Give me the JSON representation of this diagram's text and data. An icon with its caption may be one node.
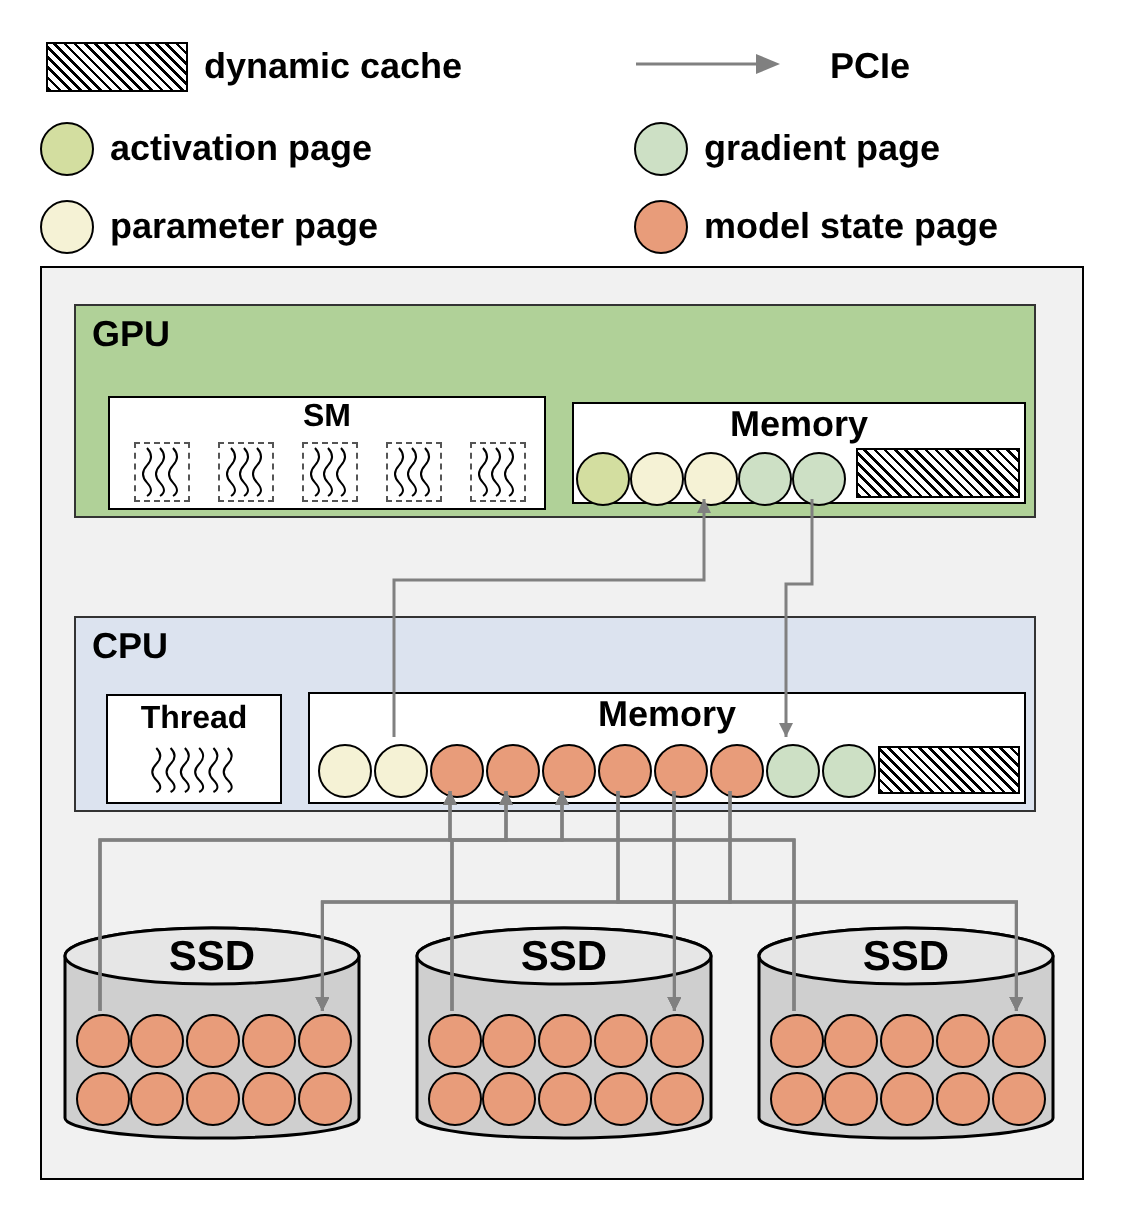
{
  "diagram": {
    "nodes": [
      {
        "text": [],
        "shape": "box"
      },
      {
        "text": [
          "GPU"
        ],
        "in": 0
      },
      {
        "text": [
          "SM"
        ],
        "in": 1
      },
      {
        "text": [
          "Memory"
        ],
        "in": 1
      },
      {
        "text": [],
        "shape": "circle",
        "in": 3
      },
      {
        "text": [],
        "shape": "circle",
        "in": 3
      },
      {
        "text": [],
        "shape": "circle",
        "in": 3
      },
      {
        "text": [],
        "shape": "circle",
        "in": 3
      },
      {
        "text": [],
        "shape": "circle",
        "in": 3
      },
      {
        "text": [],
        "shape": "box",
        "in": 3
      },
      {
        "text": [
          "CPU"
        ],
        "in": 0
      },
      {
        "text": [
          "Thread"
        ],
        "in": 10
      },
      {
        "text": [
          "Memory"
        ],
        "in": 10
      },
      {
        "text": [],
        "shape": "circle",
        "in": 12
      },
      {
        "text": [],
        "shape": "circle",
        "in": 12
      },
      {
        "text": [],
        "shape": "circle",
        "in": 12
      },
      {
        "text": [],
        "shape": "circle",
        "in": 12
      },
      {
        "text": [],
        "shape": "circle",
        "in": 12
      },
      {
        "text": [],
        "shape": "circle",
        "in": 12
      },
      {
        "text": [],
        "shape": "circle",
        "in": 12
      },
      {
        "text": [],
        "shape": "circle",
        "in": 12
      },
      {
        "text": [],
        "shape": "circle",
        "in": 12
      },
      {
        "text": [],
        "shape": "circle",
        "in": 12
      },
      {
        "text": [],
        "shape": "box",
        "in": 12
      },
      {
        "text": [
          "SSD"
        ],
        "in": 0
      },
      {
        "text": [],
        "shape": "circle",
        "in": 24
      },
      {
        "text": [],
        "shape": "circle",
        "in": 24
      },
      {
        "text": [],
        "shape": "circle",
        "in": 24
      },
      {
        "text": [],
        "shape": "circle",
        "in": 24
      },
      {
        "text": [],
        "shape": "circle",
        "in": 24
      },
      {
        "text": [],
        "shape": "circle",
        "in": 24
      },
      {
        "text": [],
        "shape": "circle",
        "in": 24
      },
      {
        "text": [],
        "shape": "circle",
        "in": 24
      },
      {
        "text": [],
        "shape": "circle",
        "in": 24
      },
      {
        "text": [],
        "shape": "circle",
        "in": 24
      },
      {
        "text": [
          "SSD"
        ],
        "in": 0
      },
      {
        "text": [],
        "shape": "circle",
        "in": 35
      },
      {
        "text": [],
        "shape": "circle",
        "in": 35
      },
      {
        "text": [],
        "shape": "circle",
        "in": 35
      },
      {
        "text": [],
        "shape": "circle",
        "in": 35
      },
      {
        "text": [],
        "shape": "circle",
        "in": 35
      },
      {
        "text": [],
        "shape": "circle",
        "in": 35
      },
      {
        "text": [],
        "shape": "circle",
        "in": 35
      },
      {
        "text": [],
        "shape": "circle",
        "in": 35
      },
      {
        "text": [],
        "shape": "circle",
        "in": 35
      },
      {
        "text": [],
        "shape": "circle",
        "in": 35
      },
      {
        "text": [
          "SSD"
        ],
        "in": 0
      },
      {
        "text": [],
        "shape": "circle",
        "in": 46
      },
      {
        "text": [],
        "shape": "circle",
        "in": 46
      },
      {
        "text": [],
        "shape": "circle",
        "in": 46
      },
      {
        "text": [],
        "shape": "circle",
        "in": 46
      },
      {
        "text": [],
        "shape": "circle",
        "in": 46
      },
      {
        "text": [],
        "shape": "circle",
        "in": 46
      },
      {
        "text": [],
        "shape": "circle",
        "in": 46
      },
      {
        "text": [],
        "shape": "circle",
        "in": 46
      },
      {
        "text": [],
        "shape": "circle",
        "in": 46
      },
      {
        "text": [],
        "shape": "circle",
        "in": 46
      }
    ],
    "edges": [
      {
        "from": 14,
        "to": 6,
        "arrow": "to"
      },
      {
        "from": 8,
        "to": 21,
        "arrow": "to"
      },
      {
        "from": 25,
        "to": 15,
        "arrow": "to"
      },
      {
        "from": 25,
        "to": 16,
        "arrow": "to"
      },
      {
        "from": 25,
        "to": 17,
        "arrow": "to"
      },
      {
        "from": 36,
        "to": 15,
        "arrow": "to"
      },
      {
        "from": 36,
        "to": 16,
        "arrow": "to"
      },
      {
        "from": 36,
        "to": 17,
        "arrow": "to"
      },
      {
        "from": 47,
        "to": 15,
        "arrow": "to"
      },
      {
        "from": 47,
        "to": 16,
        "arrow": "to"
      },
      {
        "from": 47,
        "to": 17,
        "arrow": "to"
      },
      {
        "from": 18,
        "to": 29,
        "arrow": "to"
      },
      {
        "from": 18,
        "to": 40,
        "arrow": "to"
      },
      {
        "from": 18,
        "to": 51,
        "arrow": "to"
      },
      {
        "from": 19,
        "to": 29,
        "arrow": "to"
      },
      {
        "from": 19,
        "to": 40,
        "arrow": "to"
      },
      {
        "from": 19,
        "to": 51,
        "arrow": "to"
      },
      {
        "from": 20,
        "to": 29,
        "arrow": "to"
      },
      {
        "from": 20,
        "to": 40,
        "arrow": "to"
      },
      {
        "from": 20,
        "to": 51,
        "arrow": "to"
      }
    ],
    "legend": [
      {
        "text": "dynamic cache"
      },
      {
        "text": "PCIe"
      },
      {
        "text": "activation page",
        "color": "#d3dea0"
      },
      {
        "text": "gradient page",
        "color": "#cde0c5"
      },
      {
        "text": "parameter page",
        "color": "#f5f2d5"
      },
      {
        "text": "model state page",
        "color": "#e89c7a"
      }
    ]
  }
}
